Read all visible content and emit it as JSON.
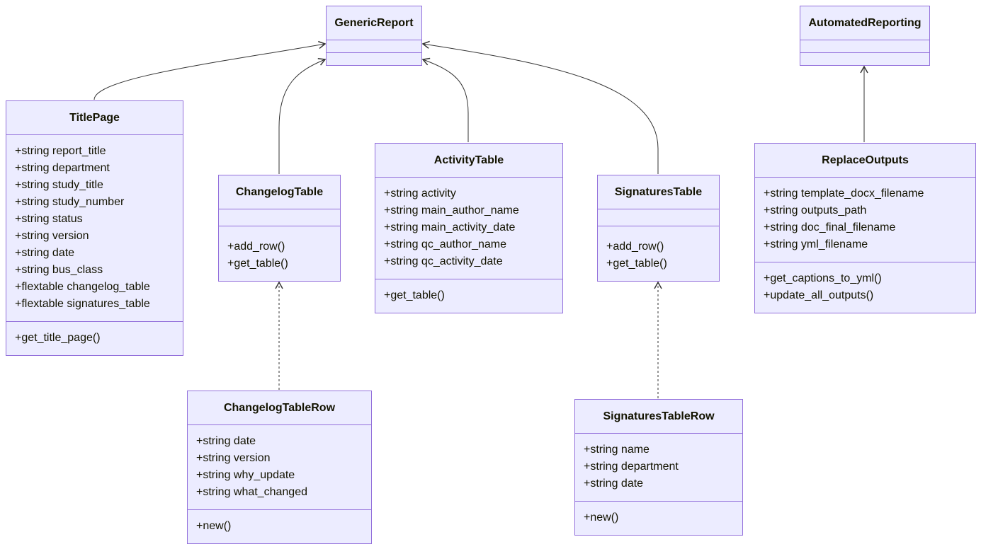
{
  "colors": {
    "box_fill": "#ececff",
    "box_border": "#9370db",
    "edge": "#333333",
    "text": "#131300"
  },
  "classes": {
    "generic_report": {
      "name": "GenericReport",
      "attributes": [],
      "methods": []
    },
    "automated_reporting": {
      "name": "AutomatedReporting",
      "attributes": [],
      "methods": []
    },
    "title_page": {
      "name": "TitlePage",
      "attributes": [
        "+string report_title",
        "+string department",
        "+string study_title",
        "+string study_number",
        "+string status",
        "+string version",
        "+string date",
        "+string bus_class",
        "+flextable changelog_table",
        "+flextable signatures_table"
      ],
      "methods": [
        "+get_title_page()"
      ]
    },
    "changelog_table": {
      "name": "ChangelogTable",
      "attributes": [],
      "methods": [
        "+add_row()",
        "+get_table()"
      ]
    },
    "activity_table": {
      "name": "ActivityTable",
      "attributes": [
        "+string activity",
        "+string main_author_name",
        "+string main_activity_date",
        "+string qc_author_name",
        "+string qc_activity_date"
      ],
      "methods": [
        "+get_table()"
      ]
    },
    "signatures_table": {
      "name": "SignaturesTable",
      "attributes": [],
      "methods": [
        "+add_row()",
        "+get_table()"
      ]
    },
    "replace_outputs": {
      "name": "ReplaceOutputs",
      "attributes": [
        "+string template_docx_filename",
        "+string outputs_path",
        "+string doc_final_filename",
        "+string yml_filename"
      ],
      "methods": [
        "+get_captions_to_yml()",
        "+update_all_outputs()"
      ]
    },
    "changelog_table_row": {
      "name": "ChangelogTableRow",
      "attributes": [
        "+string date",
        "+string version",
        "+string why_update",
        "+string what_changed"
      ],
      "methods": [
        "+new()"
      ]
    },
    "signatures_table_row": {
      "name": "SignaturesTableRow",
      "attributes": [
        "+string name",
        "+string department",
        "+string date"
      ],
      "methods": [
        "+new()"
      ]
    }
  },
  "relations": [
    {
      "from": "title_page",
      "to": "generic_report",
      "type": "inheritance"
    },
    {
      "from": "changelog_table",
      "to": "generic_report",
      "type": "inheritance"
    },
    {
      "from": "activity_table",
      "to": "generic_report",
      "type": "inheritance"
    },
    {
      "from": "signatures_table",
      "to": "generic_report",
      "type": "inheritance"
    },
    {
      "from": "replace_outputs",
      "to": "automated_reporting",
      "type": "inheritance"
    },
    {
      "from": "changelog_table_row",
      "to": "changelog_table",
      "type": "dependency"
    },
    {
      "from": "signatures_table_row",
      "to": "signatures_table",
      "type": "dependency"
    }
  ]
}
